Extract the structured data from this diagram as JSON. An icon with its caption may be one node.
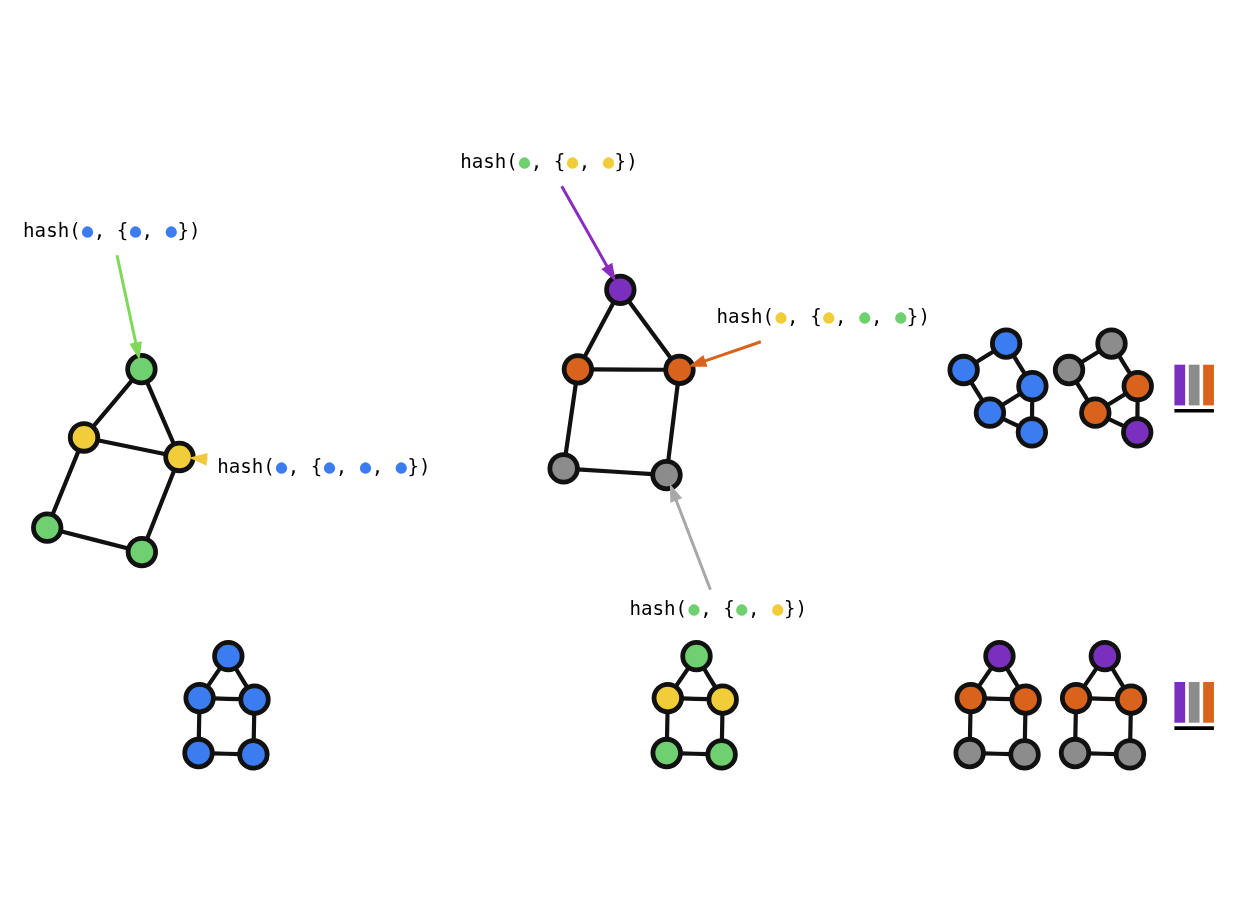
{
  "diagram": {
    "nodes": [
      {
        "text": [
          "hash(●, {●, ●})"
        ]
      },
      {
        "text": [
          "hash(●, {●, ●})"
        ]
      },
      {
        "text": [
          "hash(●, {●, ●, ●})"
        ]
      },
      {
        "text": [
          "hash(●, {●, ●, ●})"
        ]
      },
      {
        "text": [],
        "shape": "circle"
      },
      {
        "text": [],
        "shape": "circle"
      },
      {
        "text": [],
        "shape": "circle"
      },
      {
        "text": [],
        "shape": "circle"
      },
      {
        "text": [],
        "shape": "circle"
      },
      {
        "text": [],
        "shape": "circle"
      },
      {
        "text": [],
        "shape": "circle"
      },
      {
        "text": [],
        "shape": "circle"
      },
      {
        "text": [],
        "shape": "circle"
      },
      {
        "text": [],
        "shape": "circle"
      },
      {
        "text": [],
        "shape": "circle"
      },
      {
        "text": [],
        "shape": "circle"
      },
      {
        "text": [],
        "shape": "circle"
      },
      {
        "text": [],
        "shape": "circle"
      },
      {
        "text": [],
        "shape": "circle"
      },
      {
        "text": [],
        "shape": "circle"
      },
      {
        "text": [],
        "shape": "circle"
      },
      {
        "text": [],
        "shape": "circle"
      },
      {
        "text": [],
        "shape": "circle"
      },
      {
        "text": [],
        "shape": "circle"
      },
      {
        "text": [
          "hash(●, {●, ●})"
        ]
      },
      {
        "text": [],
        "shape": "picture"
      },
      {
        "text": [],
        "shape": "circle"
      },
      {
        "text": [],
        "shape": "circle"
      },
      {
        "text": [],
        "shape": "circle"
      },
      {
        "text": [],
        "shape": "circle"
      },
      {
        "text": [],
        "shape": "circle"
      },
      {
        "text": [],
        "shape": "circle"
      },
      {
        "text": [],
        "shape": "circle"
      },
      {
        "text": [],
        "shape": "circle"
      },
      {
        "text": [],
        "shape": "circle"
      },
      {
        "text": [],
        "shape": "circle"
      },
      {
        "text": [],
        "shape": "circle"
      },
      {
        "text": [],
        "shape": "circle"
      },
      {
        "text": [],
        "shape": "circle"
      },
      {
        "text": [],
        "shape": "circle"
      },
      {
        "text": [],
        "shape": "circle"
      },
      {
        "text": [],
        "shape": "circle"
      },
      {
        "text": [],
        "shape": "circle"
      },
      {
        "text": [],
        "shape": "circle"
      },
      {
        "text": [],
        "shape": "circle"
      },
      {
        "text": [],
        "shape": "circle"
      },
      {
        "text": [],
        "shape": "picture"
      }
    ],
    "edges": [
      {
        "from": 4,
        "to": 5,
        "arrow": "none"
      },
      {
        "from": 4,
        "to": 6,
        "arrow": "none"
      },
      {
        "from": 5,
        "to": 6,
        "arrow": "none"
      },
      {
        "from": 6,
        "to": 7,
        "arrow": "none"
      },
      {
        "from": 7,
        "to": 8,
        "arrow": "none"
      },
      {
        "from": 8,
        "to": 4,
        "arrow": "none"
      },
      {
        "from": 9,
        "to": 10,
        "arrow": "none"
      },
      {
        "from": 9,
        "to": 11,
        "arrow": "none"
      },
      {
        "from": 10,
        "to": 11,
        "arrow": "none"
      },
      {
        "from": 11,
        "to": 12,
        "arrow": "none"
      },
      {
        "from": 12,
        "to": 13,
        "arrow": "none"
      },
      {
        "from": 13,
        "to": 9,
        "arrow": "none"
      },
      {
        "from": 14,
        "to": 15,
        "arrow": "none"
      },
      {
        "from": 14,
        "to": 16,
        "arrow": "none"
      },
      {
        "from": 15,
        "to": 16,
        "arrow": "none"
      },
      {
        "from": 16,
        "to": 17,
        "arrow": "none"
      },
      {
        "from": 17,
        "to": 18,
        "arrow": "none"
      },
      {
        "from": 18,
        "to": 14,
        "arrow": "none"
      },
      {
        "from": 19,
        "to": 20,
        "arrow": "none"
      },
      {
        "from": 19,
        "to": 21,
        "arrow": "none"
      },
      {
        "from": 20,
        "to": 21,
        "arrow": "none"
      },
      {
        "from": 21,
        "to": 22,
        "arrow": "none"
      },
      {
        "from": 22,
        "to": 23,
        "arrow": "none"
      },
      {
        "from": 23,
        "to": 19,
        "arrow": "none"
      },
      {
        "from": 0,
        "to": 10,
        "arrow": "to",
        "color": "#7ed957"
      },
      {
        "from": 2,
        "to": 9,
        "arrow": "to",
        "color": "#f0c83c"
      },
      {
        "from": 1,
        "to": 15,
        "arrow": "to",
        "color": "#8a2cc0"
      },
      {
        "from": 3,
        "to": 14,
        "arrow": "to",
        "color": "#d9621c"
      },
      {
        "from": 24,
        "to": 18,
        "arrow": "to",
        "color": "#a8a8a8"
      },
      {
        "from": 26,
        "to": 27,
        "arrow": "none"
      },
      {
        "from": 26,
        "to": 29,
        "arrow": "none"
      },
      {
        "from": 26,
        "to": 30,
        "arrow": "none"
      },
      {
        "from": 27,
        "to": 29,
        "arrow": "none"
      },
      {
        "from": 27,
        "to": 28,
        "arrow": "none"
      },
      {
        "from": 28,
        "to": 30,
        "arrow": "none"
      },
      {
        "from": 31,
        "to": 32,
        "arrow": "none"
      },
      {
        "from": 31,
        "to": 34,
        "arrow": "none"
      },
      {
        "from": 31,
        "to": 35,
        "arrow": "none"
      },
      {
        "from": 32,
        "to": 34,
        "arrow": "none"
      },
      {
        "from": 32,
        "to": 33,
        "arrow": "none"
      },
      {
        "from": 33,
        "to": 35,
        "arrow": "none"
      },
      {
        "from": 36,
        "to": 37,
        "arrow": "none"
      },
      {
        "from": 36,
        "to": 39,
        "arrow": "none"
      },
      {
        "from": 36,
        "to": 40,
        "arrow": "none"
      },
      {
        "from": 37,
        "to": 39,
        "arrow": "none"
      },
      {
        "from": 37,
        "to": 38,
        "arrow": "none"
      },
      {
        "from": 38,
        "to": 40,
        "arrow": "none"
      },
      {
        "from": 41,
        "to": 42,
        "arrow": "none"
      },
      {
        "from": 41,
        "to": 44,
        "arrow": "none"
      },
      {
        "from": 41,
        "to": 45,
        "arrow": "none"
      },
      {
        "from": 42,
        "to": 44,
        "arrow": "none"
      },
      {
        "from": 42,
        "to": 43,
        "arrow": "none"
      },
      {
        "from": 43,
        "to": 45,
        "arrow": "none"
      }
    ]
  }
}
